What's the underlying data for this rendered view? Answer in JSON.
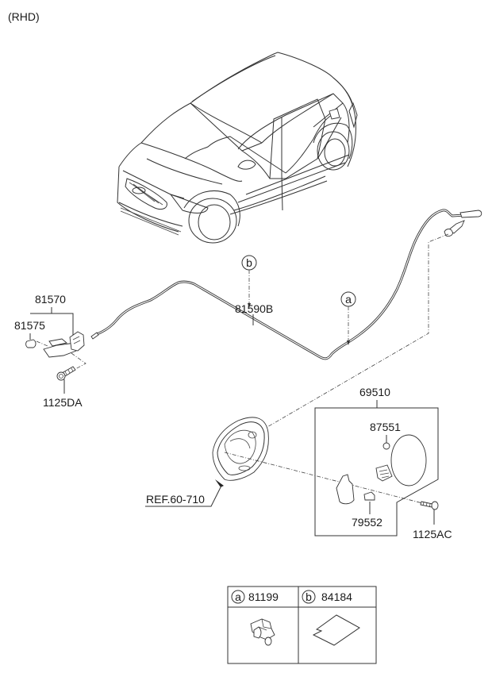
{
  "diagram": {
    "variant_label": "(RHD)",
    "callouts": {
      "cable_assembly": "81590B",
      "release_lever_assembly": "81570",
      "lever_cover": "81575",
      "lever_bolt": "1125DA",
      "fuel_filler_door_assembly": "69510",
      "bumper": "87551",
      "fuel_filler_housing_part": "79552",
      "door_bolt": "1125AC",
      "reference": "REF.60-710"
    },
    "circle_markers": {
      "a": "a",
      "b": "b"
    },
    "legend": [
      {
        "marker": "a",
        "part_number": "81199",
        "icon": "cable-clip-icon"
      },
      {
        "marker": "b",
        "part_number": "84184",
        "icon": "pad-icon"
      }
    ]
  }
}
